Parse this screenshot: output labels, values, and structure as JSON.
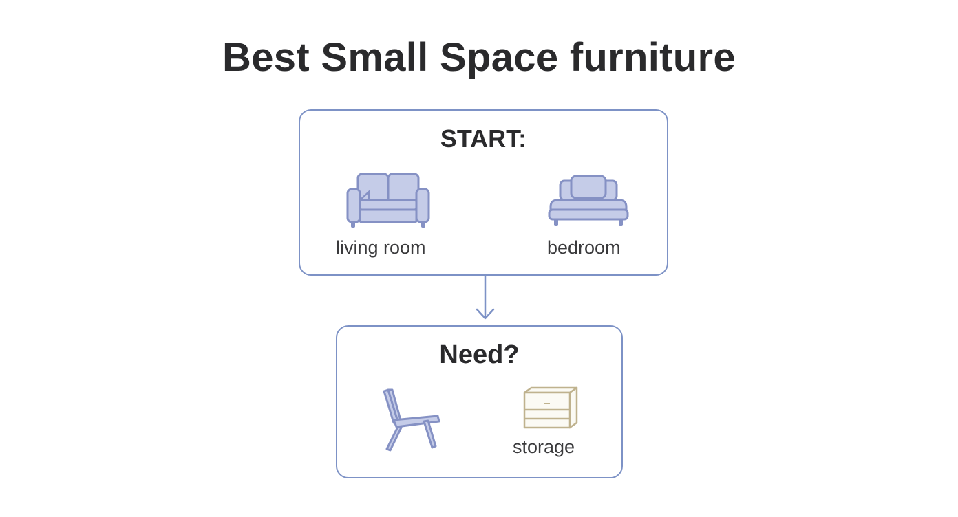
{
  "title": "Best Small Space furniture",
  "start_box": {
    "heading": "START:",
    "options": [
      {
        "label": "living room",
        "icon": "sofa-icon"
      },
      {
        "label": "bedroom",
        "icon": "bed-icon"
      }
    ]
  },
  "need_box": {
    "heading": "Need?",
    "options": [
      {
        "label": "",
        "icon": "chair-icon"
      },
      {
        "label": "storage",
        "icon": "dresser-icon"
      }
    ]
  },
  "colors": {
    "outline": "#7d92c6",
    "icon_fill": "#c5cce8",
    "icon_stroke": "#8591c4",
    "storage_stroke": "#bfb28e",
    "text": "#2a2a2c"
  }
}
